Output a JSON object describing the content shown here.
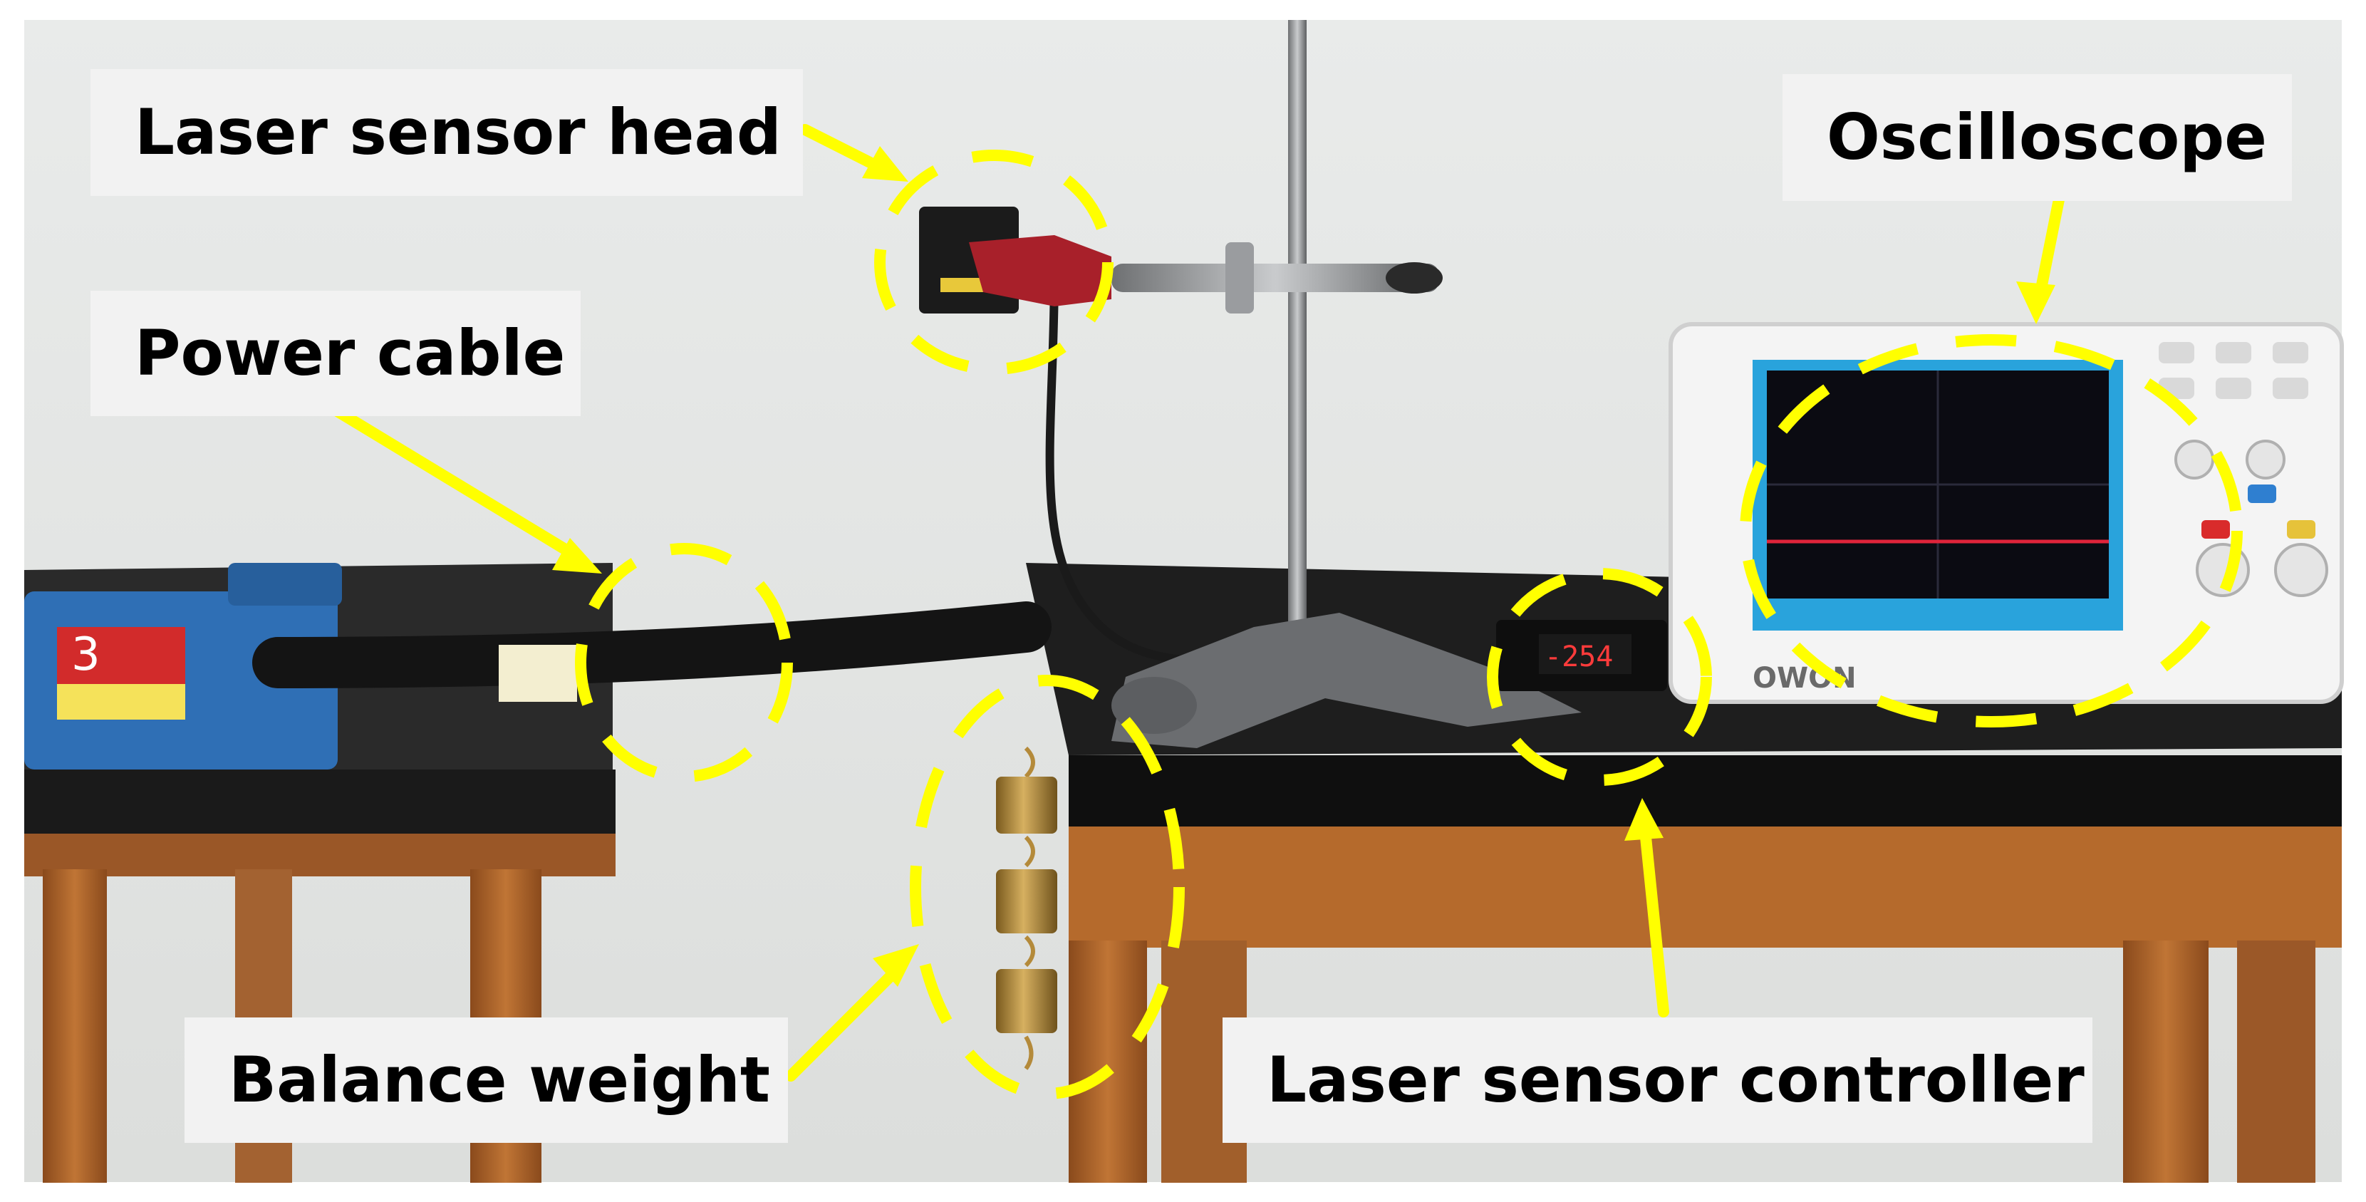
{
  "labels": {
    "laser_sensor_head": "Laser sensor head",
    "oscilloscope": "Oscilloscope",
    "power_cable": "Power cable",
    "balance_weight": "Balance weight",
    "laser_sensor_controller": "Laser sensor controller"
  },
  "device_text": {
    "oscilloscope_brand": "OWON",
    "controller_display": "-254",
    "vise_tag": "3"
  },
  "colors": {
    "annotation": "#ffff00",
    "label_background": "#f2f2f2",
    "wall": "#e6e8e8",
    "table_top": "#141414",
    "table_wood": "#b56a2c",
    "vise_blue": "#2f6fb5",
    "brass": "#b48a3a"
  }
}
